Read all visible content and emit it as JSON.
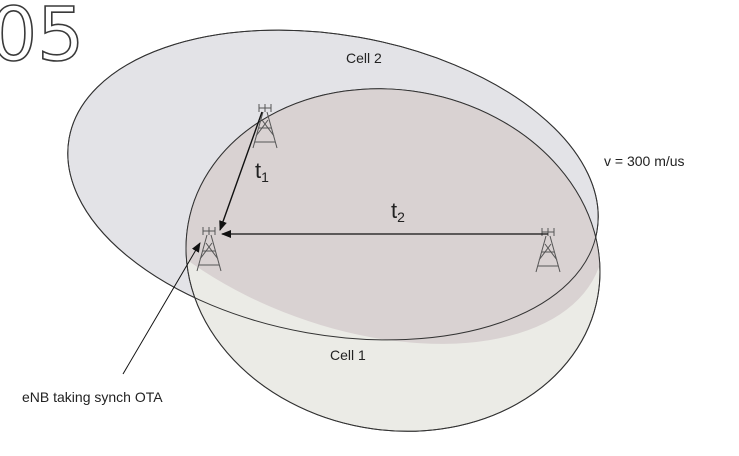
{
  "corner_fragment": "05",
  "labels": {
    "cell2": "Cell 2",
    "cell1": "Cell 1",
    "velocity": "v = 300 m/us",
    "t1_base": "t",
    "t1_sub": "1",
    "t2_base": "t",
    "t2_sub": "2",
    "enb_callout": "eNB taking synch OTA"
  },
  "icons": [
    "tower-icon",
    "tower-icon",
    "tower-icon"
  ],
  "colors": {
    "cell2_fill": "#e3e3e7",
    "cell1_fill": "#ebebe6",
    "overlap_fill": "#d9d2d2",
    "outline": "#333333"
  }
}
